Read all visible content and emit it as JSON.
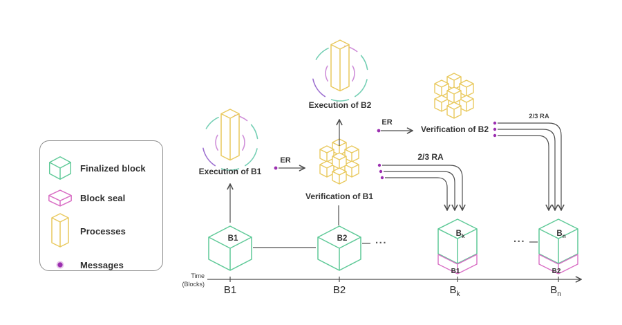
{
  "legend": {
    "items": [
      {
        "icon": "finalized-block-cube-icon",
        "label": "Finalized block"
      },
      {
        "icon": "block-seal-icon",
        "label": "Block seal"
      },
      {
        "icon": "processes-icon",
        "label": "Processes"
      },
      {
        "icon": "messages-dot-icon",
        "label": "Messages"
      }
    ]
  },
  "diagram": {
    "execution_b1_label": "Execution of B1",
    "execution_b2_label": "Execution of B2",
    "verification_b1_label": "Verification of B1",
    "verification_b2_label": "Verification of B2",
    "er_label_1": "ER",
    "er_label_2": "ER",
    "ra_label_left": "2/3 RA",
    "ra_label_right": "2/3 RA",
    "ellipsis_left": "...",
    "ellipsis_right": "..."
  },
  "blocks": {
    "b1": {
      "top": "B1"
    },
    "b2": {
      "top": "B2"
    },
    "bk": {
      "top": "B",
      "sub": "k",
      "seal": "B1"
    },
    "bn": {
      "top": "B",
      "sub": "n",
      "seal": "B2"
    }
  },
  "timeline": {
    "axis_title_line1": "Time",
    "axis_title_line2": "(Blocks)",
    "tick1": {
      "t": "B1"
    },
    "tick2": {
      "t": "B2"
    },
    "tick3": {
      "t": "B",
      "sub": "k"
    },
    "tick4": {
      "t": "B",
      "sub": "n"
    }
  },
  "colors": {
    "finalized_green": "#5ec997",
    "seal_pink": "#d96fc5",
    "process_yellow": "#e9c95e",
    "message_purple": "#9b2fb0",
    "line_gray": "#4d4d4d",
    "text_dark": "#303030"
  }
}
